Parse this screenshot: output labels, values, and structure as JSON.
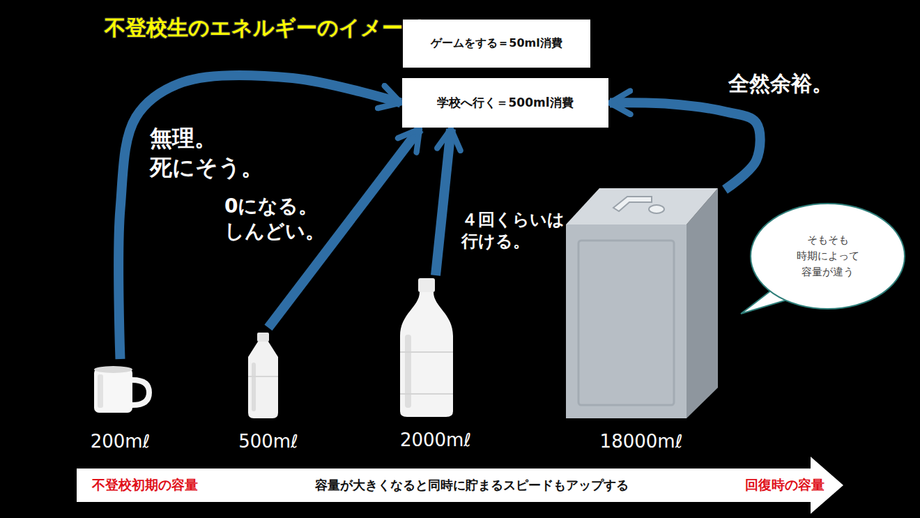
{
  "diagram": {
    "title": "不登校生のエネルギーのイメージ",
    "nodes": [
      {
        "text": [
          "ゲームをする＝50ml消費"
        ]
      },
      {
        "text": [
          "学校へ行く＝500ml消費"
        ]
      },
      {
        "text": [
          "200mℓ"
        ]
      },
      {
        "text": [
          "500mℓ"
        ]
      },
      {
        "text": [
          "2000mℓ"
        ]
      },
      {
        "text": [
          "18000mℓ"
        ]
      },
      {
        "text": [
          "そもそも 時期によって 容量が違う"
        ]
      },
      {
        "text": [
          "不登校初期の容量",
          "容量が大きくなると同時に貯まるスピードもアップする",
          "回復時の容量"
        ]
      }
    ],
    "edges": [
      {
        "from": 2,
        "to": 1,
        "arrow": "to",
        "label": "無理。 死にそう。"
      },
      {
        "from": 3,
        "to": 1,
        "arrow": "to",
        "label": "0になる。 しんどい。"
      },
      {
        "from": 4,
        "to": 1,
        "arrow": "to",
        "label": "４回くらいは 行ける。"
      },
      {
        "from": 5,
        "to": 1,
        "arrow": "to",
        "label": "全然余裕。"
      }
    ]
  }
}
